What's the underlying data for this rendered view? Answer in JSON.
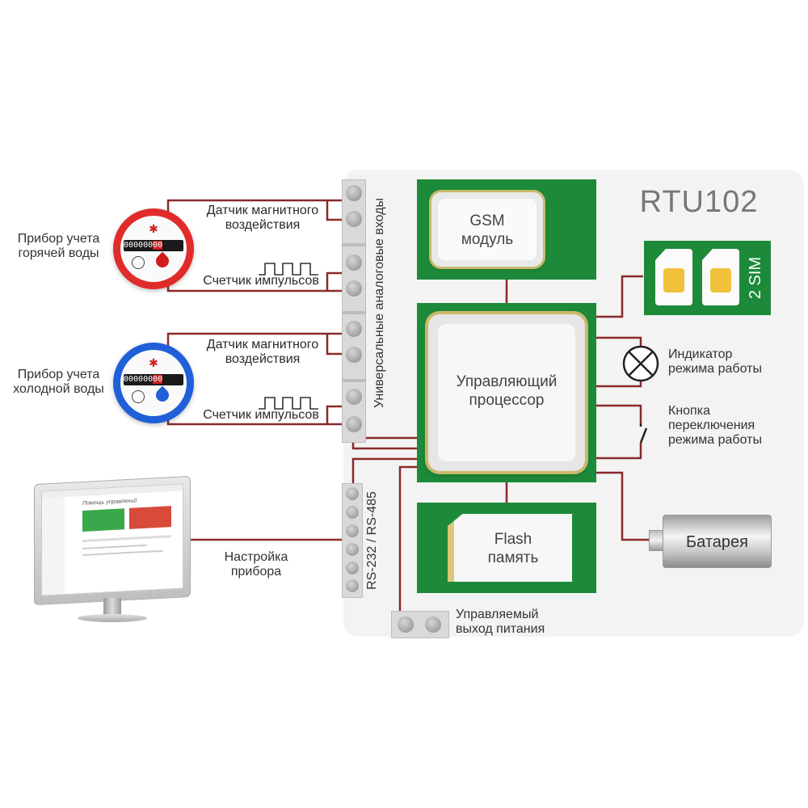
{
  "device": {
    "title": "RTU102"
  },
  "colors": {
    "wire": "#8a2a2a",
    "pcb": "#1d8a3a",
    "hot": "#e02424",
    "cold": "#1e5fd6"
  },
  "meters": {
    "hot": {
      "label": "Прибор учета\nгорячей воды",
      "digits": "000000",
      "red_digits": "00"
    },
    "cold": {
      "label": "Прибор учета\nхолодной воды",
      "digits": "000000",
      "red_digits": "00"
    }
  },
  "wires": {
    "magnetic_sensor": "Датчик магнитного\nвоздействия",
    "pulse_counter": "Счетчик импульсов"
  },
  "ports": {
    "analog_inputs": "Универсальные аналоговые входы",
    "serial": "RS-232 / RS-485"
  },
  "modules": {
    "gsm": "GSM\nмодуль",
    "cpu": "Управляющий\nпроцессор",
    "flash": "Flash\nпамять",
    "sim": "2 SIM"
  },
  "peripherals": {
    "indicator": "Индикатор\nрежима работы",
    "button": "Кнопка\nпереключения\nрежима работы",
    "battery": "Батарея",
    "power_out": "Управляемый\nвыход питания",
    "config": "Настройка\nприбора"
  },
  "monitor_screen": {
    "header": "Помощь управлений"
  }
}
